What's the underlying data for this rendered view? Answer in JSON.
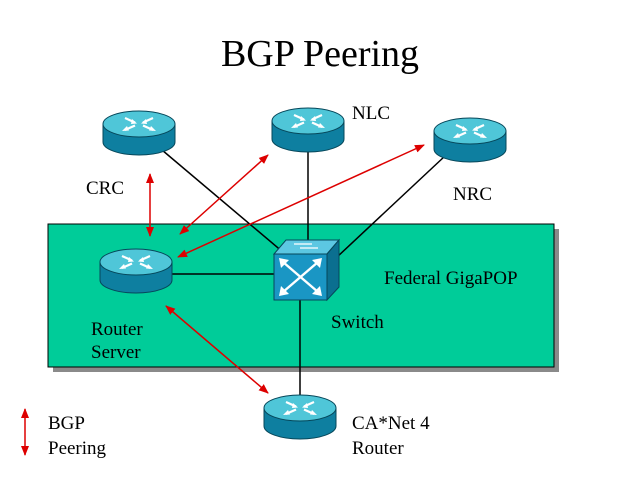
{
  "title": "BGP Peering",
  "labels": {
    "crc": "CRC",
    "nlc": "NLC",
    "nrc": "NRC",
    "federal_gigapop": "Federal GigaPOP",
    "switch": "Switch",
    "router_server_line1": "Router",
    "router_server_line2": "Server",
    "canet_line1": "CA*Net 4",
    "canet_line2": "Router",
    "legend_line1": "BGP",
    "legend_line2": "Peering"
  },
  "colors": {
    "background": "#ffffff",
    "gigapop_fill": "#00cc99",
    "gigapop_shadow": "#8a8a8a",
    "router_top": "#4fc6d8",
    "router_side": "#0e7fa0",
    "switch_fill": "#1a96c4",
    "link_line": "#000000",
    "bgp_arrow": "#dd0000"
  },
  "icons": {
    "router": "router-icon",
    "switch": "switch-icon",
    "peering": "double-arrow-icon"
  }
}
